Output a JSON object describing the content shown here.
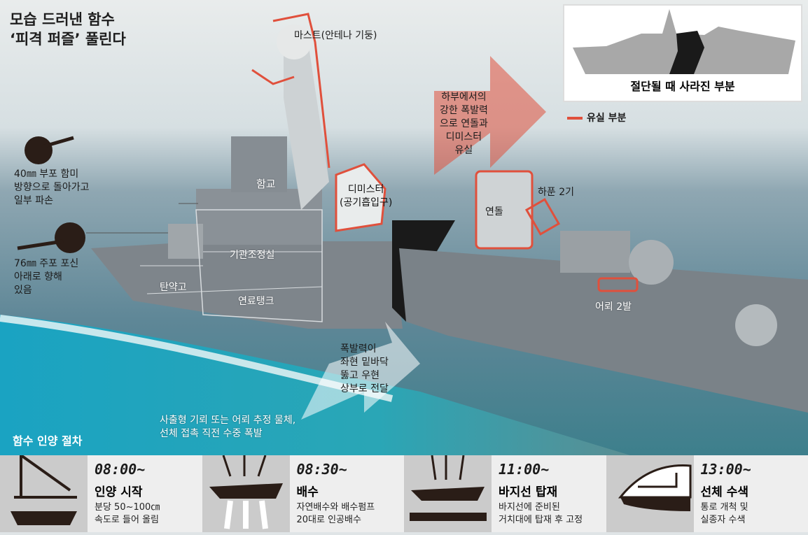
{
  "title": {
    "line1": "모습 드러낸 함수",
    "line2": "‘피격 퍼즐’ 풀린다"
  },
  "inset": {
    "label": "절단될 때 사라진 부분"
  },
  "legend": {
    "label": "유실 부분",
    "color": "#e0503c"
  },
  "labels": {
    "mast": "마스트(안테나 기둥)",
    "bridge": "함교",
    "demister": "디미스터\n(공기흡입구)",
    "engine_room": "기관조정실",
    "magazine": "탄약고",
    "fuel_tank": "연료탱크",
    "funnel": "연돌",
    "harpoon": "하푼 2기",
    "torpedo": "어뢰 2발",
    "blast_up": [
      "하부에서의",
      "강한 폭발력",
      "으로 연돌과",
      "디미스터",
      "유실"
    ],
    "blast_low": [
      "폭발력이",
      "좌현 밑바닥",
      "뚫고 우현",
      "상부로 전달"
    ],
    "explosion": [
      "사출형 기뢰 또는 어뢰 추정 물체,",
      "선체 접촉 직전 수중 폭발"
    ],
    "gun40": [
      "40㎜ 부포 함미",
      "방향으로 돌아가고",
      "일부 파손"
    ],
    "gun76": [
      "76㎜ 주포 포신",
      "아래로 향해",
      "있음"
    ]
  },
  "steps_title": "함수 인양 절차",
  "steps": [
    {
      "time": "08:00~",
      "name": "인양 시작",
      "desc": [
        "분당 50~100㎝",
        "속도로 들어 올림"
      ],
      "icon": "crane-icon"
    },
    {
      "time": "08:30~",
      "name": "배수",
      "desc": [
        "자연배수와 배수펌프",
        "20대로 인공배수"
      ],
      "icon": "draining-ship-icon"
    },
    {
      "time": "11:00~",
      "name": "바지선 탑재",
      "desc": [
        "바지선에 준비된",
        "거치대에 탑재 후 고정"
      ],
      "icon": "barge-icon"
    },
    {
      "time": "13:00~",
      "name": "선체 수색",
      "desc": [
        "통로 개척 및",
        "실종자 수색"
      ],
      "icon": "hull-search-icon"
    }
  ]
}
